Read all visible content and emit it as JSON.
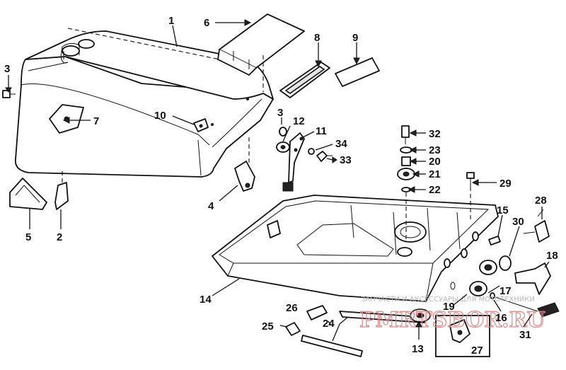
{
  "labels": {
    "l1": "1",
    "l2": "2",
    "l3a": "3",
    "l3b": "3",
    "l4": "4",
    "l5": "5",
    "l6": "6",
    "l7": "7",
    "l8": "8",
    "l9": "9",
    "l10": "10",
    "l11": "11",
    "l12": "12",
    "l13": "13",
    "l14": "14",
    "l15": "15",
    "l16": "16",
    "l17": "17",
    "l18": "18",
    "l19": "19",
    "l20": "20",
    "l21": "21",
    "l22": "22",
    "l23": "23",
    "l24": "24",
    "l25": "25",
    "l26": "26",
    "l27": "27",
    "l28": "28",
    "l29": "29",
    "l30": "30",
    "l31": "31",
    "l32": "32",
    "l33": "33",
    "l34": "34"
  },
  "watermark": {
    "text": "ЗАПЧАСТИ И АКСЕССУАРЫ ДЛЯ МОТОТЕХНИКИ",
    "logo": "PMRTSBOR.RU"
  }
}
